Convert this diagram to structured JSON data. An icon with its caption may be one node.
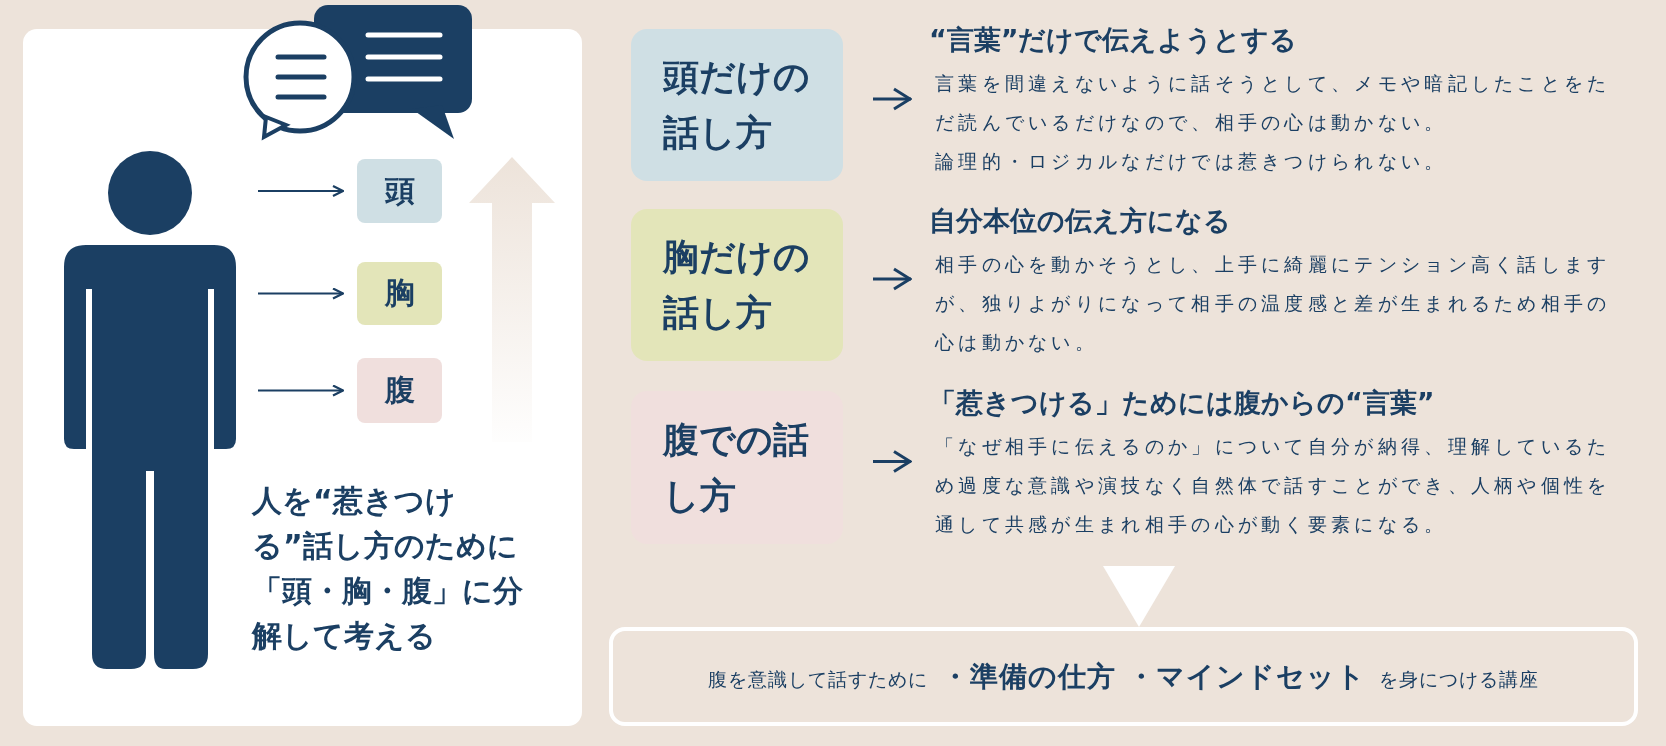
{
  "diagram": {
    "nodes": [
      {
        "text": [
          "人を“惹きつける”話し方のために「頭・胸・腹」に分解して考える"
        ]
      },
      {
        "text": [],
        "shape": "person",
        "in": 0
      },
      {
        "text": [
          "頭"
        ],
        "in": 0
      },
      {
        "text": [
          "胸"
        ],
        "in": 0
      },
      {
        "text": [
          "腹"
        ],
        "in": 0
      },
      {
        "text": [
          "頭だけの話し方"
        ]
      },
      {
        "text": [
          "“言葉”だけで伝えようとする",
          "言葉を間違えないように話そうとして、メモや暗記したことをただ読んでいるだけなので、相手の心は動かない。",
          "論理的・ロジカルなだけでは惹きつけられない。"
        ]
      },
      {
        "text": [
          "胸だけの話し方"
        ]
      },
      {
        "text": [
          "自分本位の伝え方になる",
          "相手の心を動かそうとし、上手に綺麗にテンション高く話しますが、独りよがりになって相手の温度感と差が生まれるため相手の心は動かない。"
        ]
      },
      {
        "text": [
          "腹での話し方"
        ]
      },
      {
        "text": [
          "「惹きつける」ためには腹からの“言葉”",
          "「なぜ相手に伝えるのか」について自分が納得、理解しているため過度な意識や演技なく自然体で話すことができ、人柄や個性を通して共感が生まれ相手の心が動く要素になる。"
        ]
      },
      {
        "text": [
          "腹を意識して話すために **・準備の仕方 ・マインドセット** を身につける講座"
        ]
      }
    ],
    "edges": [
      {
        "from": 1,
        "to": 2,
        "arrow": "to"
      },
      {
        "from": 1,
        "to": 3,
        "arrow": "to"
      },
      {
        "from": 1,
        "to": 4,
        "arrow": "to"
      },
      {
        "from": 5,
        "to": 6,
        "arrow": "to"
      },
      {
        "from": 7,
        "to": 8,
        "arrow": "to"
      },
      {
        "from": 9,
        "to": 10,
        "arrow": "to"
      },
      {
        "from": 10,
        "to": 11,
        "arrow": "to"
      }
    ]
  }
}
